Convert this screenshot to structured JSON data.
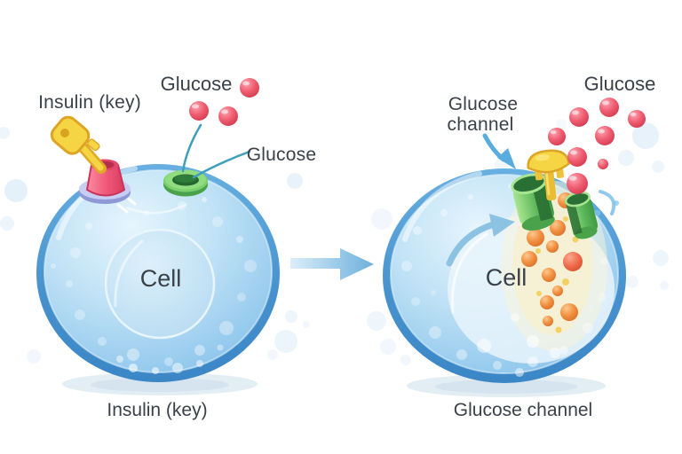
{
  "left_panel": {
    "insulin_label": "Insulin (key)",
    "glucose_label": "Glucose",
    "glucose_pointer_label": "Glucose",
    "cell_label": "Cell",
    "caption": "Insulin (key)",
    "glucose_molecules_outside": 3
  },
  "right_panel": {
    "glucose_label": "Glucose",
    "channel_label_line1": "Glucose",
    "channel_label_line2": "channel",
    "cell_label": "Cell",
    "caption": "Glucose channel",
    "glucose_molecules_outside": 8,
    "glucose_molecules_inside": 12
  },
  "colors": {
    "background": "#ffffff",
    "text": "#3a4148",
    "cell_fill": "#a9d5f0",
    "cell_rim": "#4a97d3",
    "nucleus_fill": "#c3e2f5",
    "glucose_red": "#e84a5f",
    "glucose_orange": "#f08a3c",
    "channel_green": "#5cb85a",
    "insulin_yellow": "#f5d23f",
    "receptor_pink": "#ef5a7b",
    "receptor_base": "#aab3e5",
    "arrow_blue": "#7db9e2",
    "leader_teal": "#3e9fba",
    "glow_cream": "#f8f0d0"
  }
}
